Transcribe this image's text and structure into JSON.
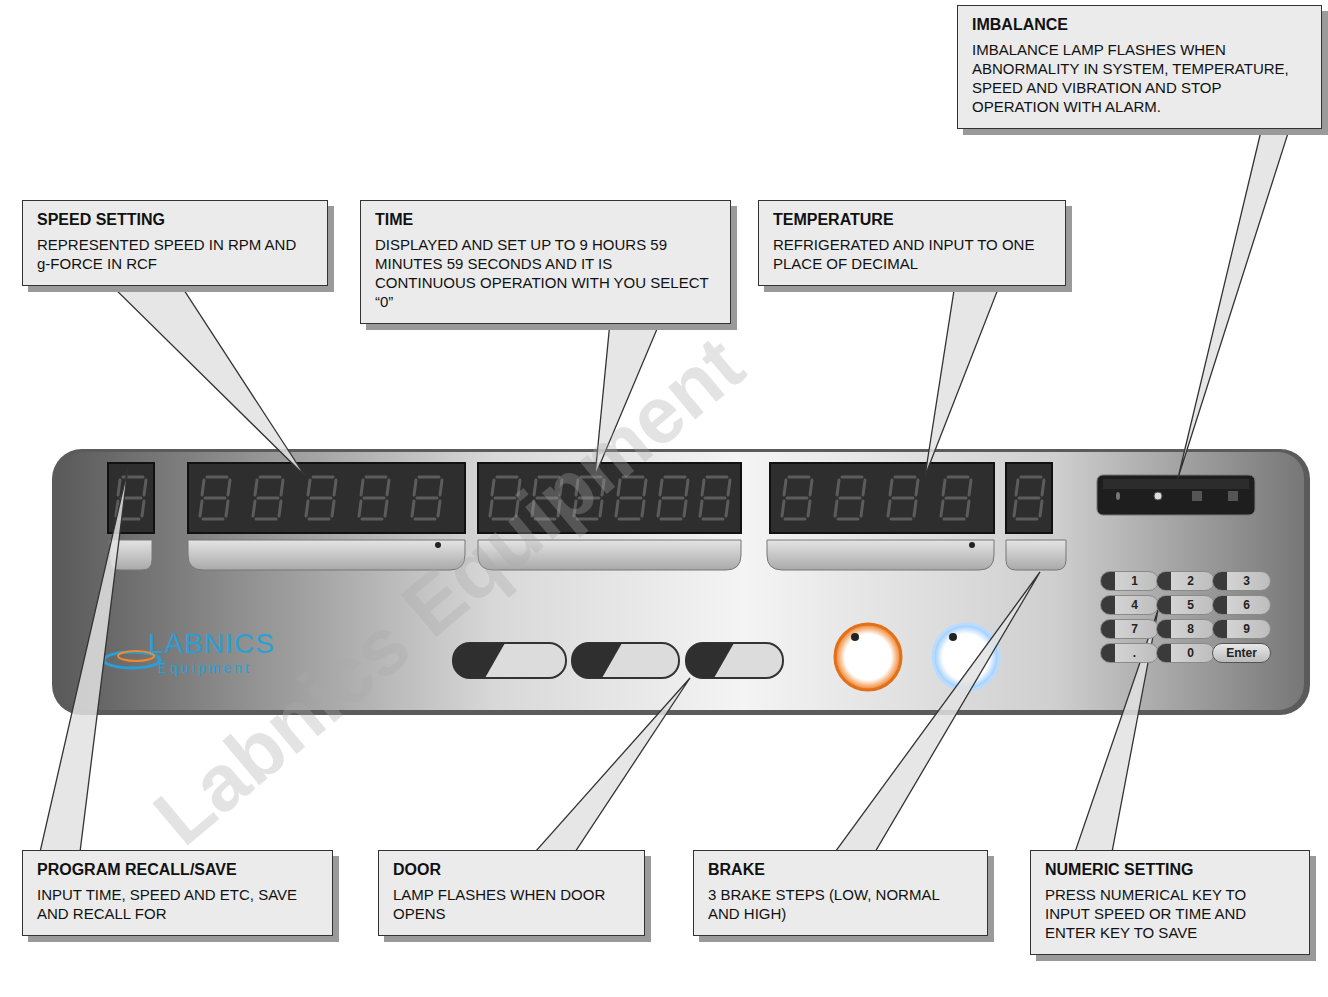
{
  "diagram": {
    "nodes": [
      {
        "text": [
          "IMBALANCE",
          "IMBALANCE LAMP FLASHES WHEN ABNORMALITY IN SYSTEM, TEMPERATURE, SPEED AND VIBRATION AND STOP OPERATION WITH ALARM."
        ]
      },
      {
        "text": [
          "SPEED SETTING",
          "REPRESENTED SPEED IN RPM AND g-FORCE IN RCF"
        ]
      },
      {
        "text": [
          "TIME",
          "DISPLAYED AND SET UP TO 9 HOURS 59 MINUTES 59 SECONDS AND IT IS CONTINUOUS OPERATION WITH YOU SELECT “0”"
        ]
      },
      {
        "text": [
          "TEMPERATURE",
          "REFRIGERATED AND INPUT TO ONE PLACE OF DECIMAL"
        ]
      },
      {
        "text": [
          "PROGRAM RECALL/SAVE",
          "INPUT TIME, SPEED AND ETC, SAVE AND RECALL FOR"
        ]
      },
      {
        "text": [
          "DOOR",
          "LAMP FLASHES WHEN DOOR OPENS"
        ]
      },
      {
        "text": [
          "BRAKE",
          "3 BRAKE STEPS (LOW, NORMAL AND HIGH)"
        ]
      },
      {
        "text": [
          "NUMERIC SETTING",
          "PRESS NUMERICAL KEY TO INPUT SPEED OR TIME AND ENTER KEY TO SAVE"
        ]
      },
      {
        "text": [
          "1"
        ]
      },
      {
        "text": [
          "2"
        ]
      },
      {
        "text": [
          "3"
        ]
      },
      {
        "text": [
          "4"
        ]
      },
      {
        "text": [
          "5"
        ]
      },
      {
        "text": [
          "6"
        ]
      },
      {
        "text": [
          "7"
        ]
      },
      {
        "text": [
          "8"
        ]
      },
      {
        "text": [
          "9"
        ]
      },
      {
        "text": [
          "."
        ]
      },
      {
        "text": [
          "0"
        ]
      },
      {
        "text": [
          "Enter"
        ]
      }
    ],
    "labels": [
      "LABNICS",
      "Equipment",
      "Labnics Equipment"
    ]
  }
}
